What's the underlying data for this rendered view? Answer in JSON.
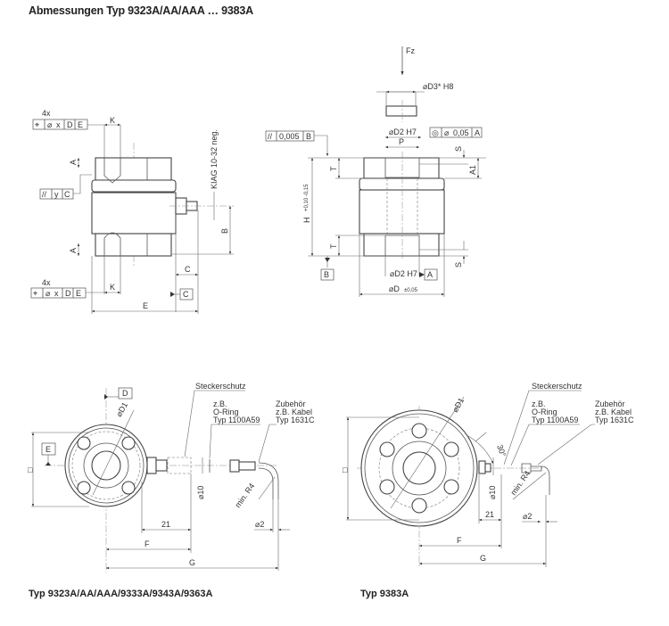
{
  "title": "Abmessungen Typ 9323A/AA/AAA … 9383A",
  "side_view": {
    "count_top": "4x",
    "count_bottom": "4x",
    "pos_tol": {
      "sym": "⌖",
      "dia": "⌀",
      "x": "x",
      "ref1": "D",
      "ref2": "E"
    },
    "parallel_tol": {
      "sym": "//",
      "val": "y",
      "ref": "C"
    },
    "labels": {
      "K": "K",
      "A": "A",
      "B": "B",
      "C": "C",
      "E": "E",
      "thread": "KIAG 10-32 neg."
    },
    "datum_C": "C"
  },
  "section_view": {
    "force": "Fz",
    "d3": "⌀D3* H8",
    "d2_top": "⌀D2 H7",
    "d2_bottom": "⌀D2 H7",
    "concentric_tol": {
      "sym": "◎",
      "dia": "⌀",
      "val": "0,05",
      "ref": "A"
    },
    "parallel_tol": {
      "sym": "//",
      "val": "0,005",
      "ref": "B"
    },
    "labels": {
      "P": "P",
      "S": "S",
      "A1": "A1",
      "T": "T",
      "H": "H",
      "H_tol": "+0,10 -0,15",
      "D": "⌀D",
      "D_tol": "±0,05"
    },
    "datum_A": "A",
    "datum_B": "B"
  },
  "bottom_left": {
    "caption": "Typ 9323A/AA/AAA/9333A/9343A/9363A",
    "datum_D": "D",
    "datum_E": "E",
    "square": "□",
    "d1": "⌀D1",
    "steckerschutz": "Steckerschutz",
    "oring": [
      "z.B.",
      "O-Ring",
      "Typ 1100A59"
    ],
    "zubehoer": [
      "Zubehör",
      "z.B. Kabel",
      "Typ 1631C"
    ],
    "d10": "⌀10",
    "r4": "min. R4",
    "d2": "⌀2",
    "dim21": "21",
    "F": "F",
    "G": "G"
  },
  "bottom_right": {
    "caption": "Typ 9383A",
    "square": "□",
    "d1": "⌀D1",
    "angle": "30°",
    "steckerschutz": "Steckerschutz",
    "oring": [
      "z.B.",
      "O-Ring",
      "Typ 1100A59"
    ],
    "zubehoer": [
      "Zubehör",
      "z.B. Kabel",
      "Typ 1631C"
    ],
    "d10": "⌀10",
    "r4": "min. R4",
    "d2": "⌀2",
    "dim21": "21",
    "F": "F",
    "G": "G"
  }
}
